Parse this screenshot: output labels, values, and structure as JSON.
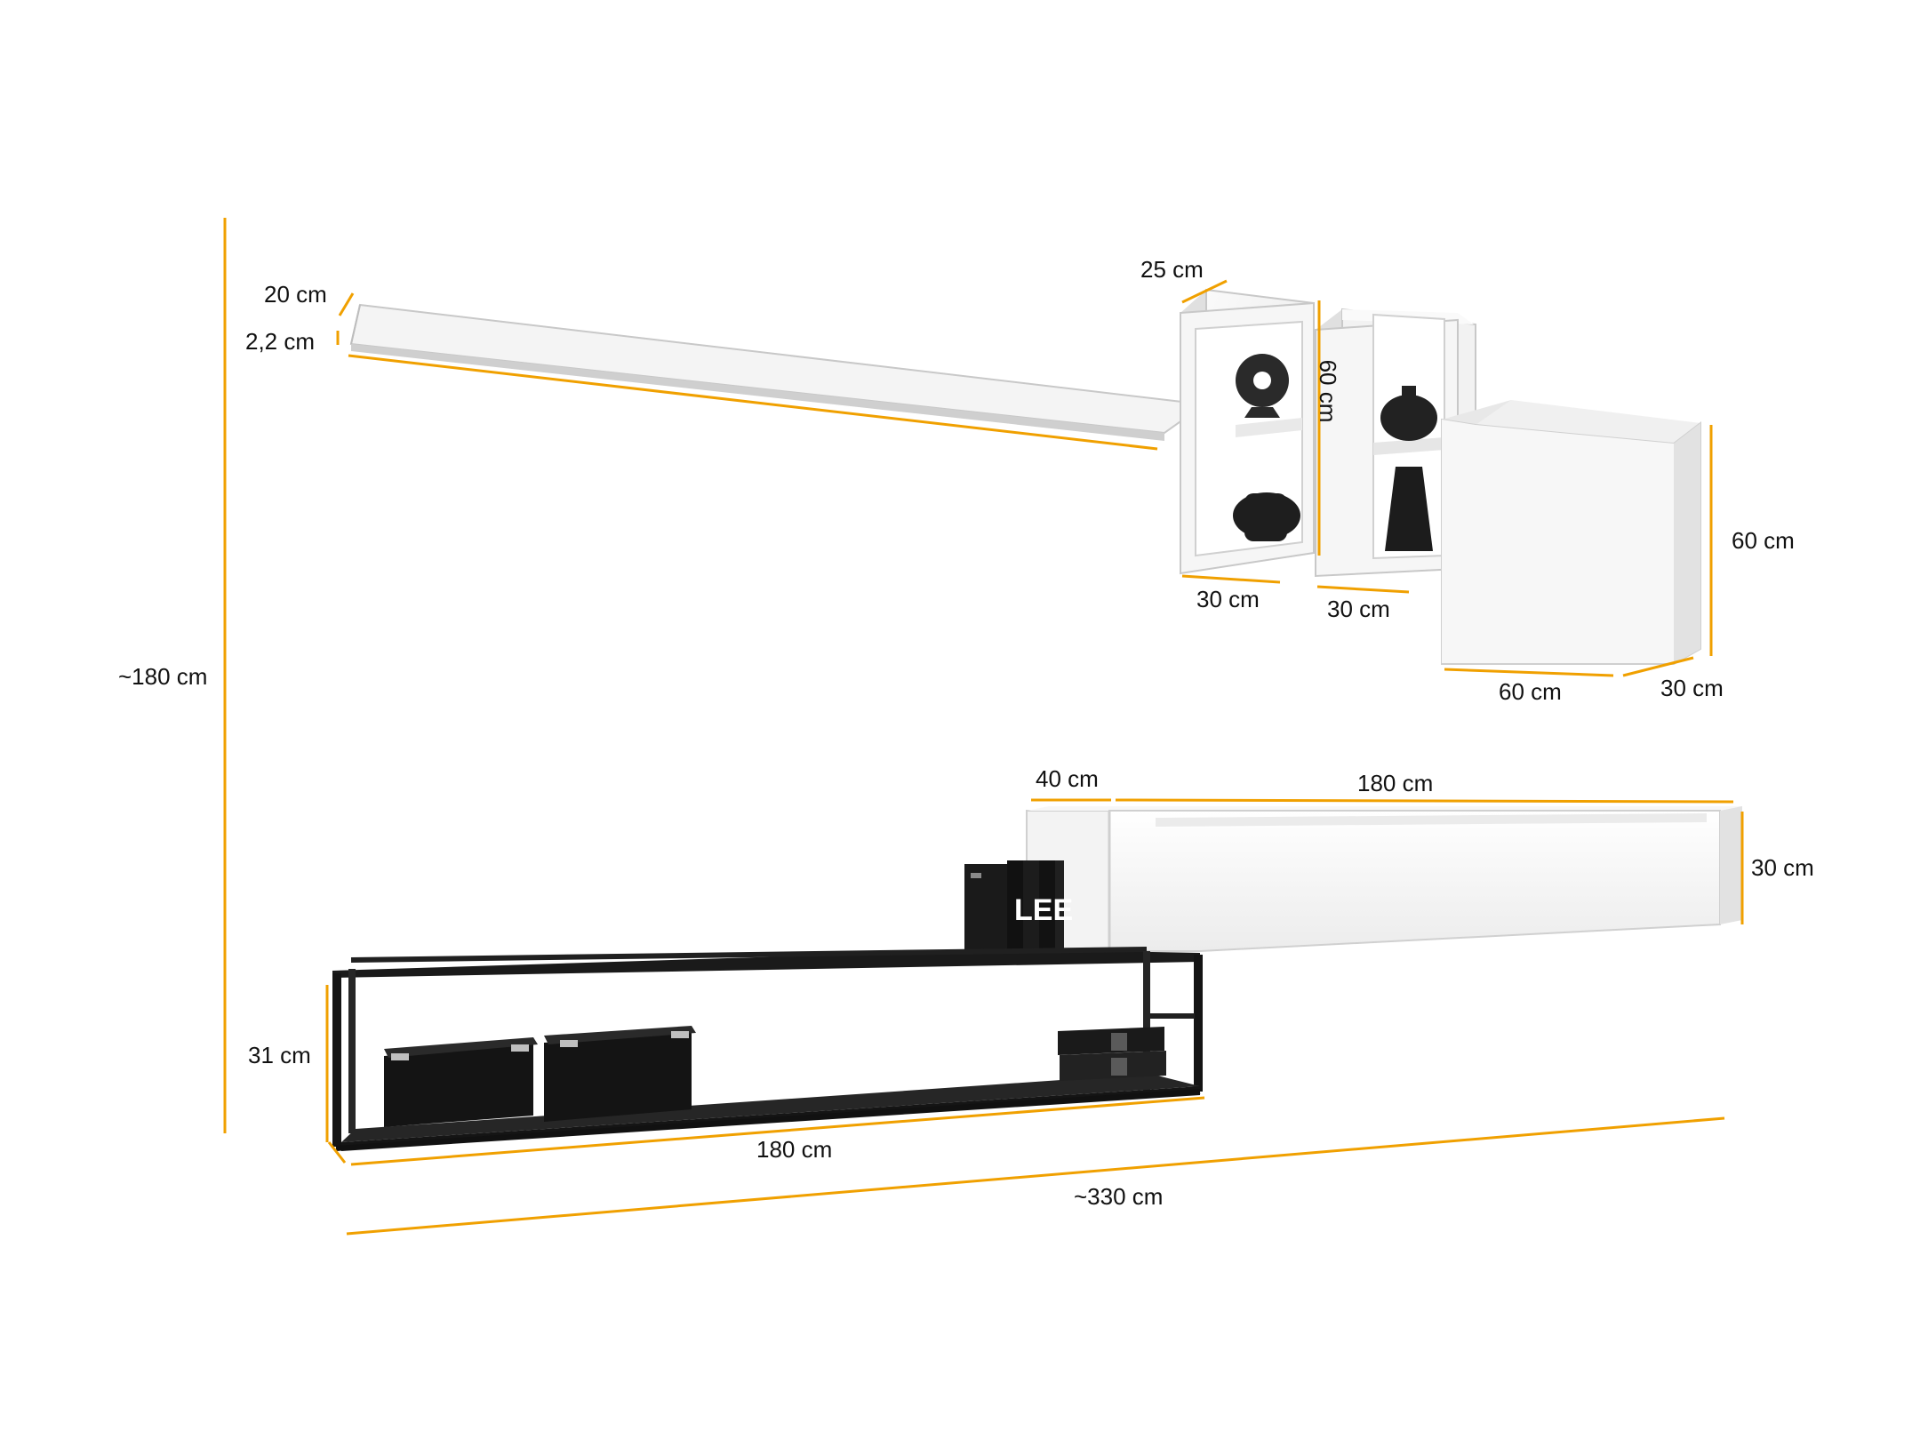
{
  "colors": {
    "dimension_line": "#f0a000",
    "panel_white": "#f4f4f4",
    "panel_shade": "#d9d9d9",
    "frame_black": "#141414",
    "label_text": "#111111"
  },
  "labels": {
    "total_height": "~180 cm",
    "total_width": "~330 cm",
    "shelf_depth": "20 cm",
    "shelf_thickness": "2,2 cm",
    "vitrine_depth": "25 cm",
    "vitrine_height": "60 cm",
    "vitrine1_width": "30 cm",
    "vitrine2_width": "30 cm",
    "cube_height": "60 cm",
    "cube_width": "60 cm",
    "cube_depth": "30 cm",
    "cabinet_depth": "40 cm",
    "cabinet_width": "180 cm",
    "cabinet_height": "30 cm",
    "rack_height": "31 cm",
    "rack_width": "180 cm"
  },
  "book_spine_text": "LEE"
}
